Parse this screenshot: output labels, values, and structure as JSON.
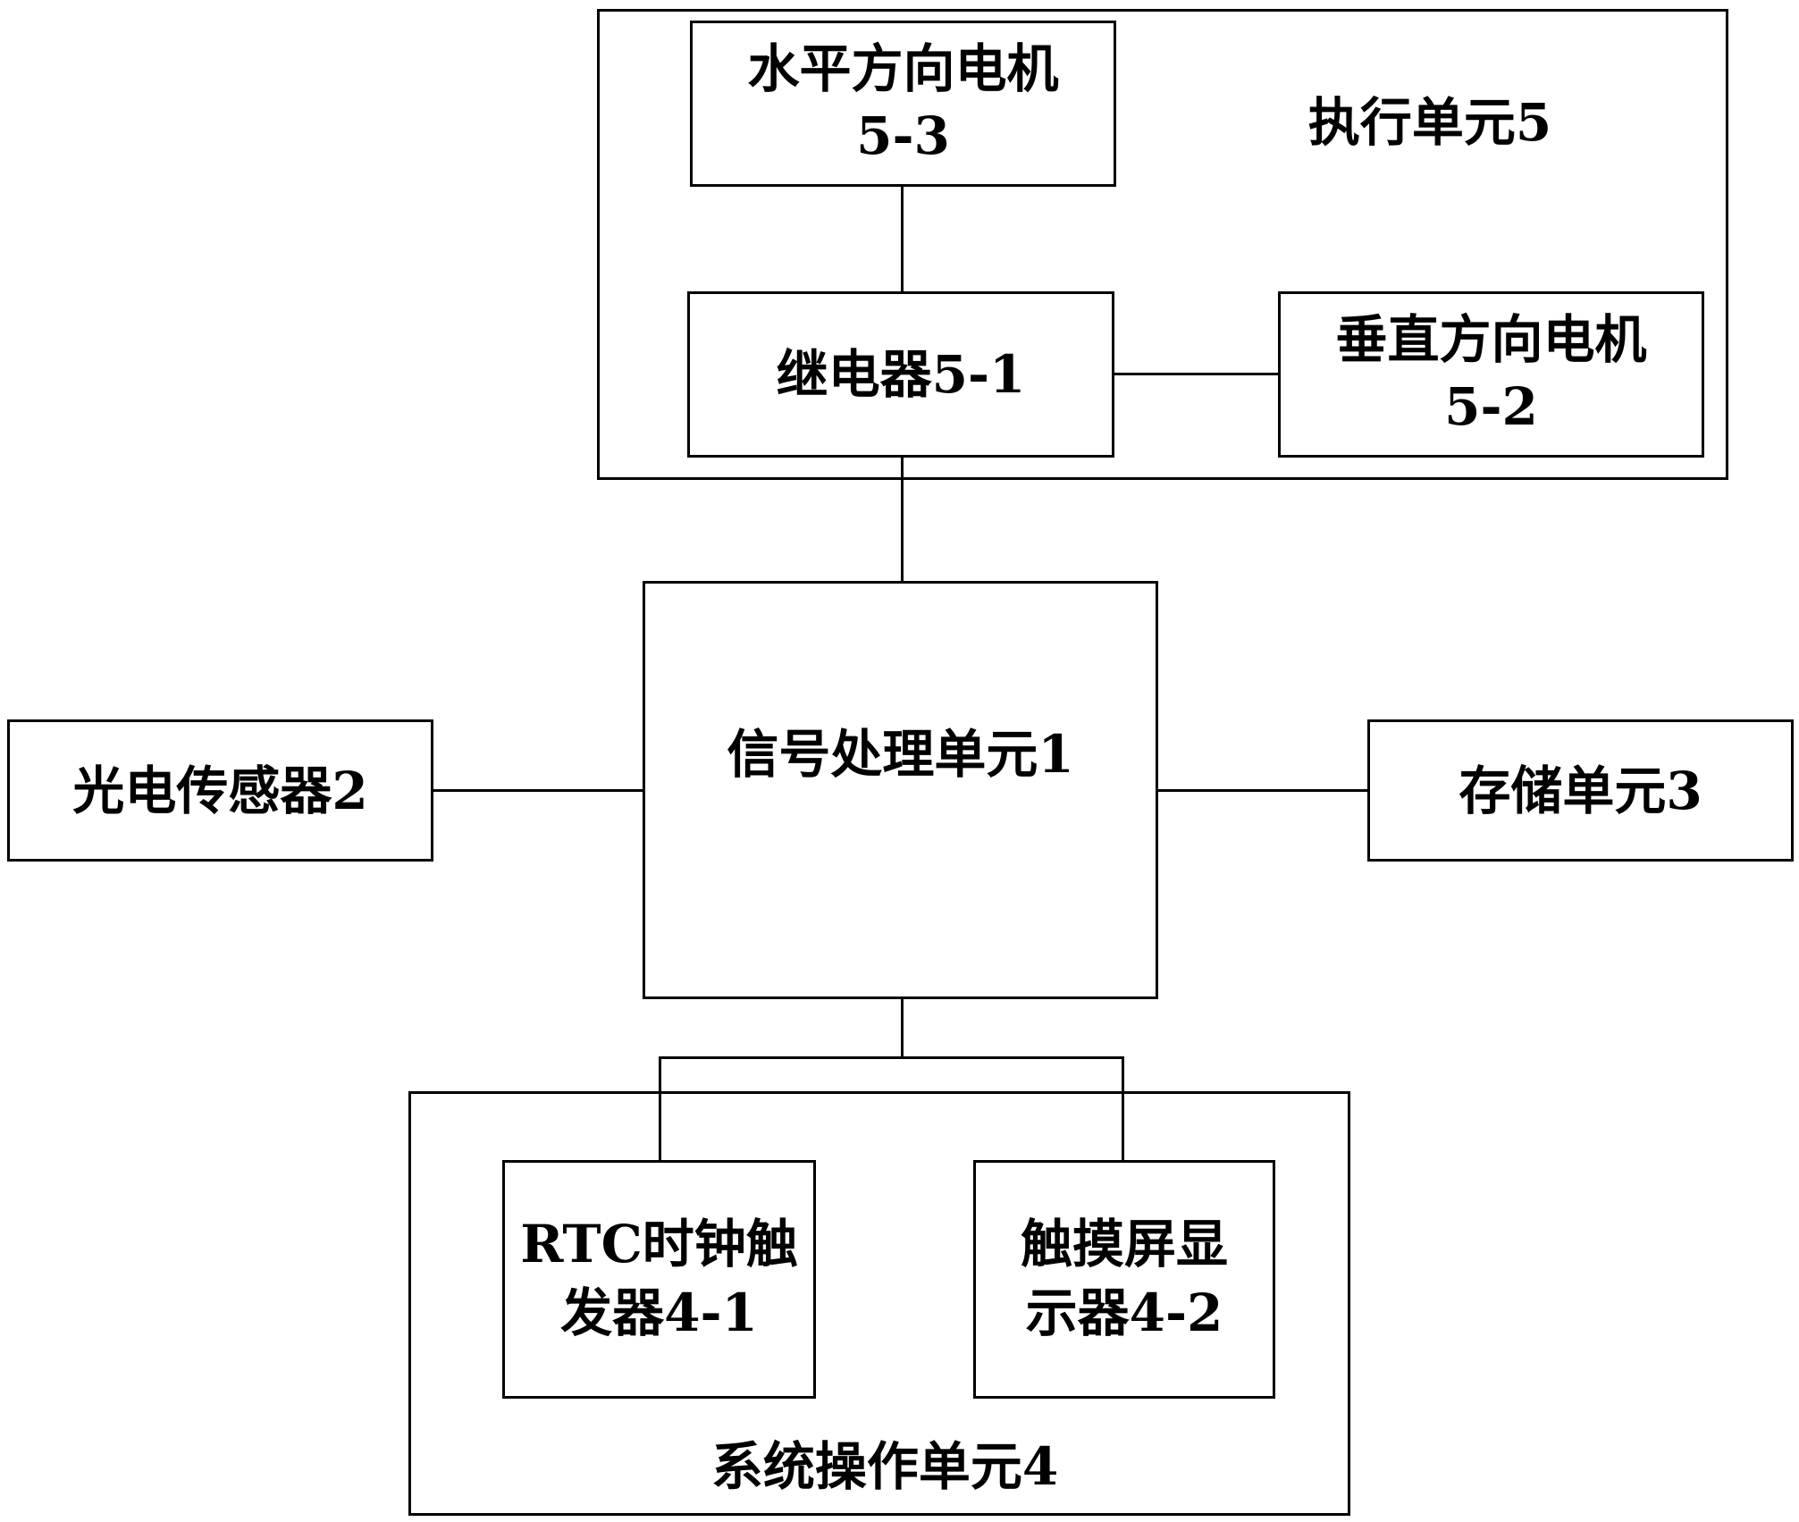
{
  "execution_unit": {
    "title": "执行单元5",
    "horizontal_motor": {
      "line1": "水平方向电机",
      "line2": "5-3"
    },
    "relay": "继电器5-1",
    "vertical_motor": {
      "line1": "垂直方向电机",
      "line2": "5-2"
    }
  },
  "signal_processing": "信号处理单元1",
  "photo_sensor": "光电传感器2",
  "storage_unit": "存储单元3",
  "system_operation_unit": {
    "title": "系统操作单元4",
    "rtc_trigger": {
      "line1": "RTC时钟触",
      "line2": "发器4-1"
    },
    "touch_display": {
      "line1": "触摸屏显",
      "line2": "示器4-2"
    }
  }
}
